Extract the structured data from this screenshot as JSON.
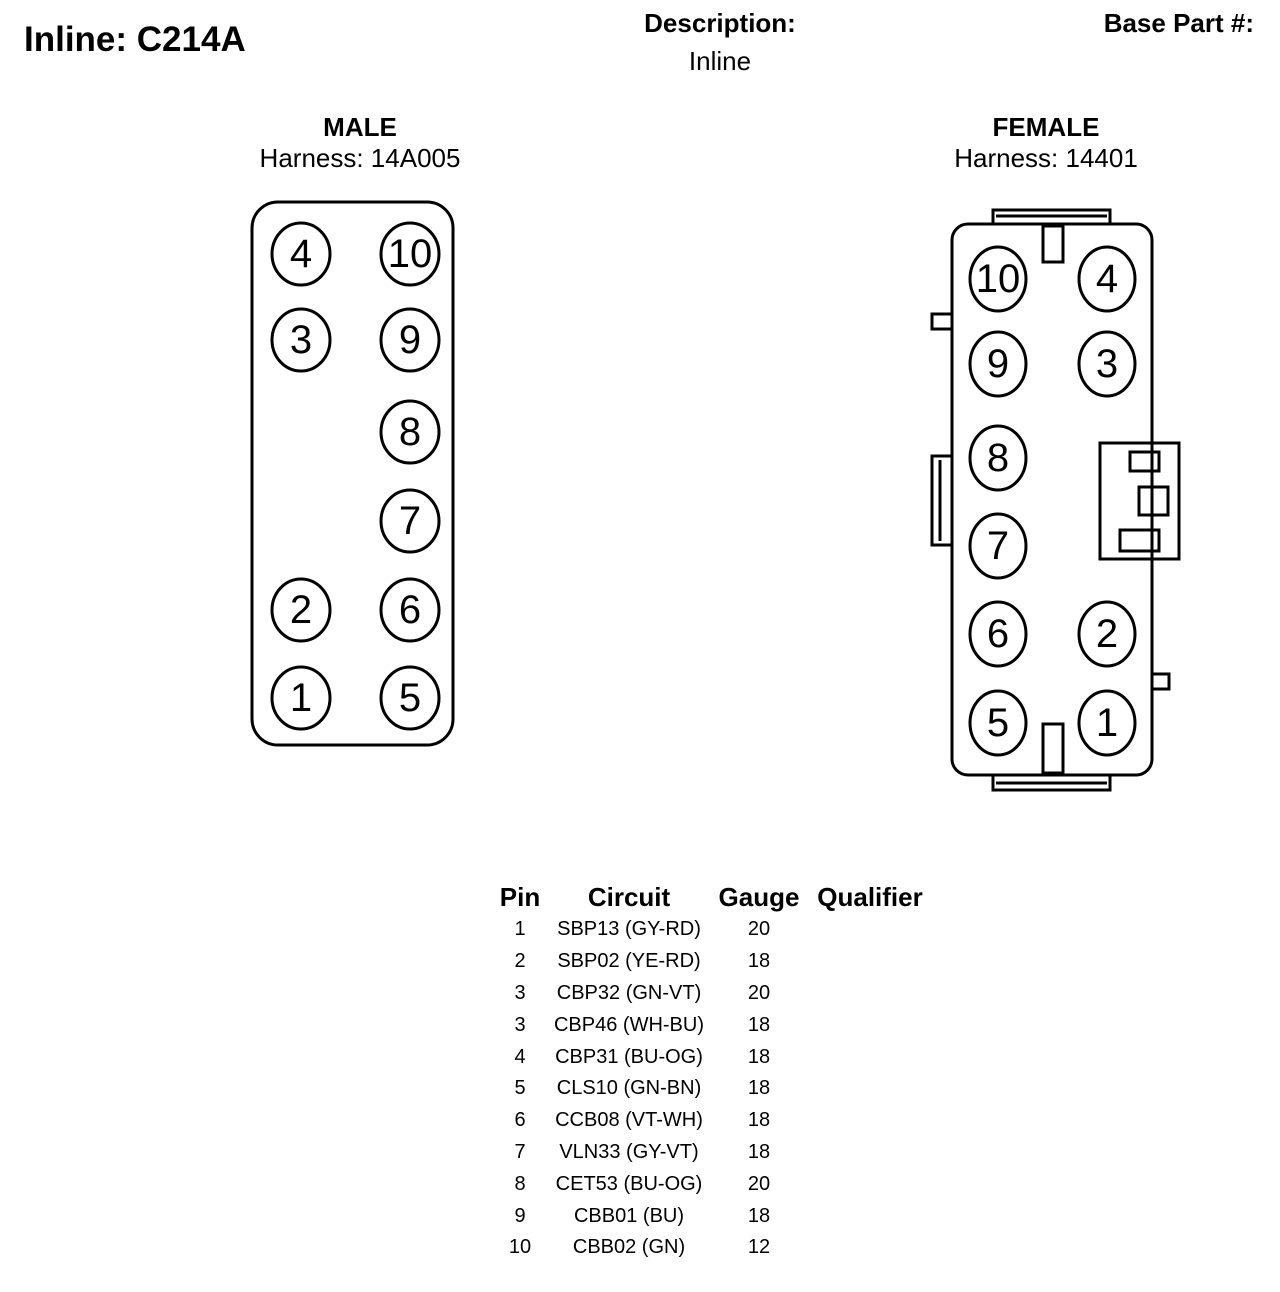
{
  "header": {
    "title": "Inline: C214A",
    "description_label": "Description:",
    "description_value": "Inline",
    "base_part_label": "Base Part #:"
  },
  "male": {
    "title": "MALE",
    "harness": "Harness: 14A005",
    "pins": [
      "4",
      "10",
      "3",
      "9",
      "8",
      "7",
      "2",
      "6",
      "1",
      "5"
    ]
  },
  "female": {
    "title": "FEMALE",
    "harness": "Harness: 14401",
    "pins": [
      "10",
      "4",
      "9",
      "3",
      "8",
      "7",
      "6",
      "2",
      "5",
      "1"
    ]
  },
  "table": {
    "headers": [
      "Pin",
      "Circuit",
      "Gauge",
      "Qualifier"
    ],
    "rows": [
      {
        "pin": "1",
        "circuit": "SBP13 (GY-RD)",
        "gauge": "20",
        "qualifier": ""
      },
      {
        "pin": "2",
        "circuit": "SBP02 (YE-RD)",
        "gauge": "18",
        "qualifier": ""
      },
      {
        "pin": "3",
        "circuit": "CBP32 (GN-VT)",
        "gauge": "20",
        "qualifier": ""
      },
      {
        "pin": "3",
        "circuit": "CBP46 (WH-BU)",
        "gauge": "18",
        "qualifier": ""
      },
      {
        "pin": "4",
        "circuit": "CBP31 (BU-OG)",
        "gauge": "18",
        "qualifier": ""
      },
      {
        "pin": "5",
        "circuit": "CLS10 (GN-BN)",
        "gauge": "18",
        "qualifier": ""
      },
      {
        "pin": "6",
        "circuit": "CCB08 (VT-WH)",
        "gauge": "18",
        "qualifier": ""
      },
      {
        "pin": "7",
        "circuit": "VLN33 (GY-VT)",
        "gauge": "18",
        "qualifier": ""
      },
      {
        "pin": "8",
        "circuit": "CET53 (BU-OG)",
        "gauge": "20",
        "qualifier": ""
      },
      {
        "pin": "9",
        "circuit": "CBB01 (BU)",
        "gauge": "18",
        "qualifier": ""
      },
      {
        "pin": "10",
        "circuit": "CBB02 (GN)",
        "gauge": "12",
        "qualifier": ""
      }
    ]
  }
}
